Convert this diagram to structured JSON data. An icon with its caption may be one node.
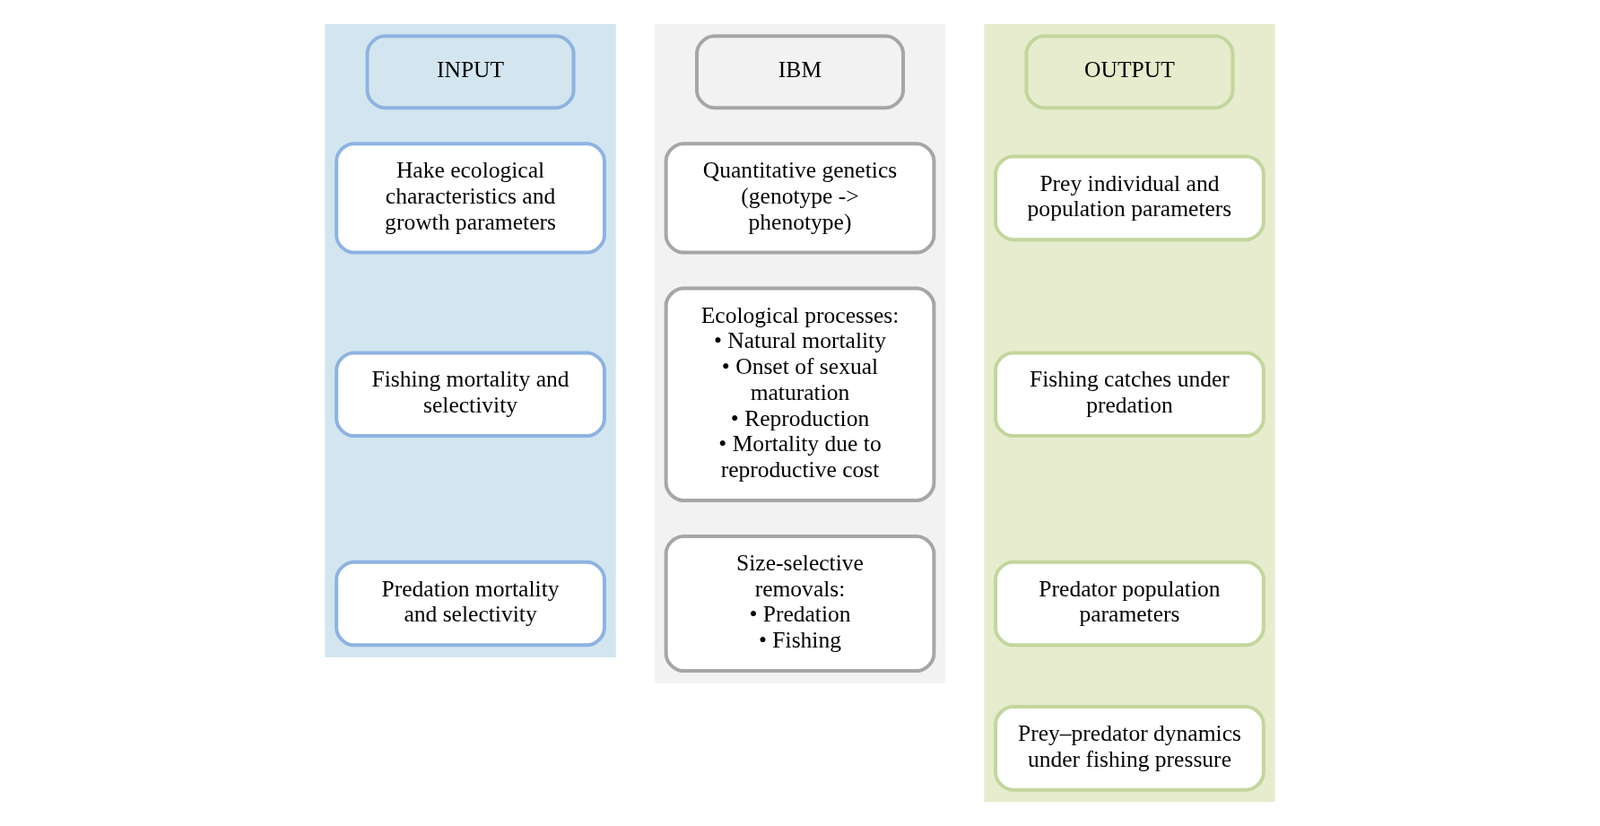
{
  "diagram": {
    "nodes": [
      {
        "text": [],
        "shape": "band"
      },
      {
        "text": [
          "INPUT"
        ],
        "in": 0
      },
      {
        "text": [
          "Hake ecological characteristics and growth parameters"
        ],
        "in": 0
      },
      {
        "text": [
          "Fishing mortality and selectivity"
        ],
        "in": 0
      },
      {
        "text": [
          "Predation mortality and selectivity"
        ],
        "in": 0
      },
      {
        "text": [],
        "shape": "band"
      },
      {
        "text": [
          "IBM"
        ],
        "in": 5
      },
      {
        "text": [
          "Quantitative genetics (genotype -> phenotype)"
        ],
        "in": 5
      },
      {
        "text": [
          "Ecological processes:",
          "• Natural mortality",
          "• Onset of sexual maturation",
          "• Reproduction",
          "• Mortality due to reproductive cost"
        ],
        "in": 5
      },
      {
        "text": [
          "Size-selective removals:",
          "• Predation",
          "• Fishing"
        ],
        "in": 5
      },
      {
        "text": [],
        "shape": "band"
      },
      {
        "text": [
          "OUTPUT"
        ],
        "in": 10
      },
      {
        "text": [
          "Prey individual and population parameters"
        ],
        "in": 10
      },
      {
        "text": [
          "Fishing catches under predation"
        ],
        "in": 10
      },
      {
        "text": [
          "Predator population parameters"
        ],
        "in": 10
      },
      {
        "text": [
          "Prey–predator dynamics under fishing pressure"
        ],
        "in": 10
      }
    ],
    "edges": []
  }
}
